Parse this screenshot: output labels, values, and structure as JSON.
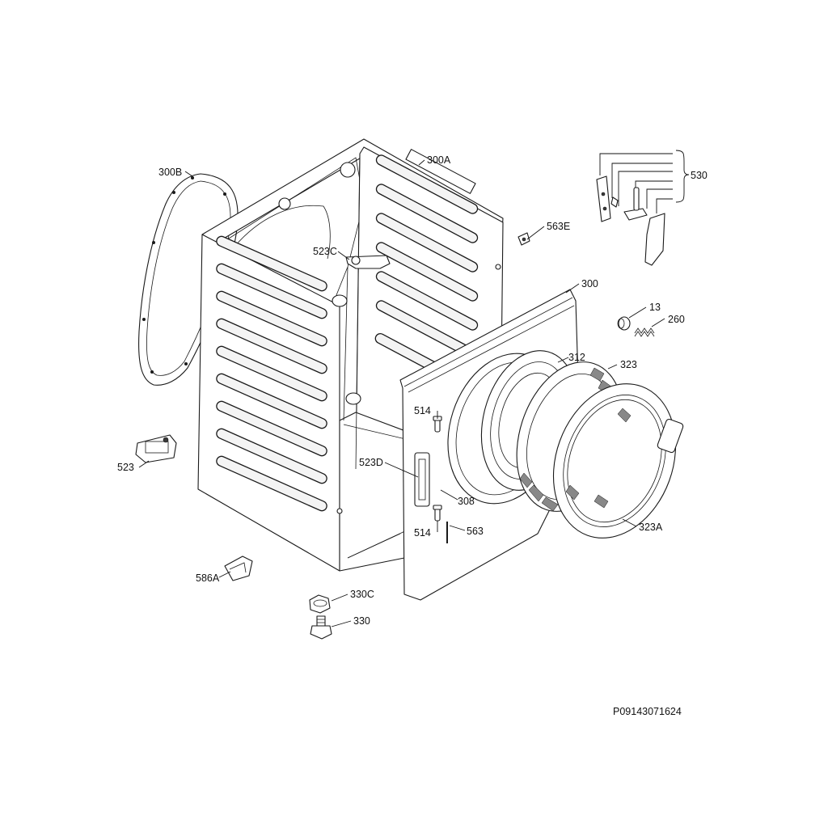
{
  "labels": {
    "l300B": "300B",
    "l300A": "300A",
    "l523C": "523C",
    "l563E": "563E",
    "l530": "530",
    "l300": "300",
    "l13": "13",
    "l260": "260",
    "l312": "312",
    "l323": "323",
    "l514a": "514",
    "l523D": "523D",
    "l308": "308",
    "l514b": "514",
    "l563": "563",
    "l323A": "323A",
    "l523": "523",
    "l586A": "586A",
    "l330C": "330C",
    "l330": "330"
  },
  "reference_code": "P09143071624"
}
